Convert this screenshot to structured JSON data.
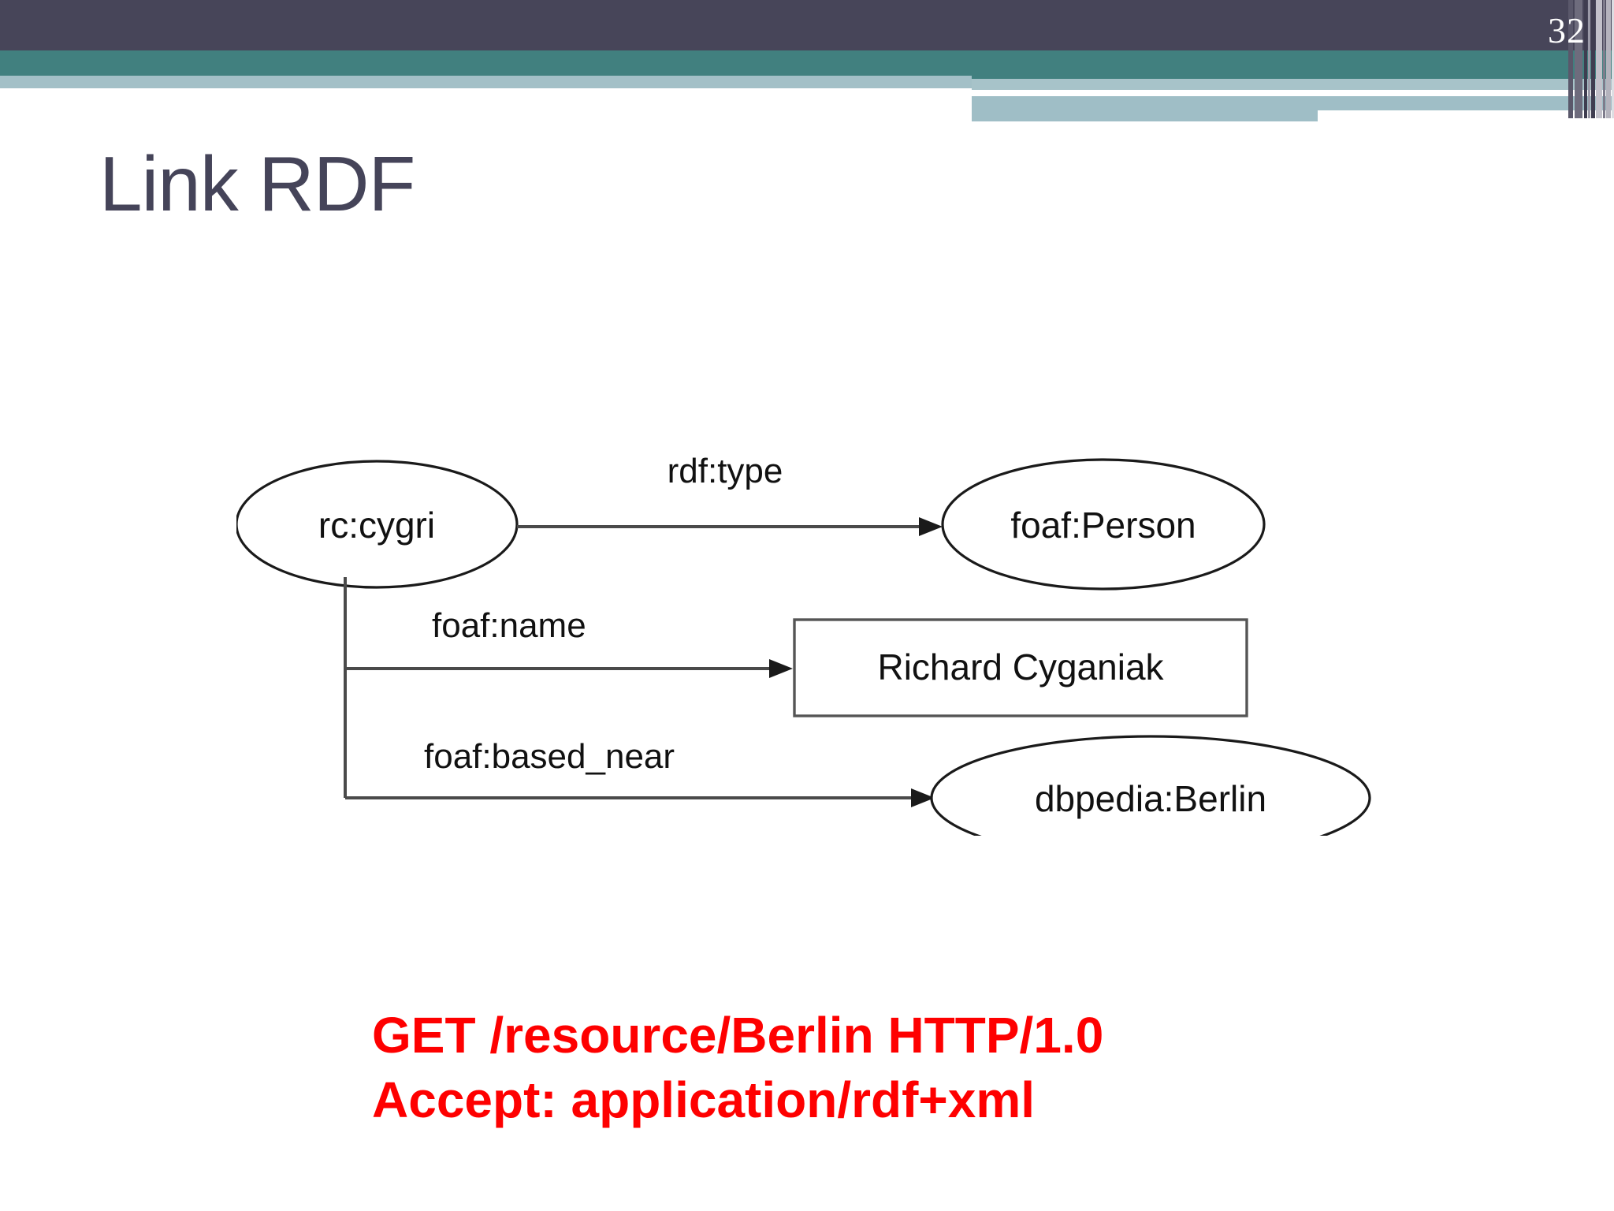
{
  "slide": {
    "title": "Link RDF",
    "page_number": "32",
    "title_color": "#454459",
    "background_color": "#ffffff"
  },
  "header": {
    "dark_band_color": "#474559",
    "teal_band_color": "#41807f",
    "light_band_color": "#a3c0c7",
    "stripe_colors": [
      "#5a586b",
      "#6e6c7d",
      "#3f3d50",
      "#9b9aa8",
      "#c2c1ca",
      "#7e7c8c",
      "#b4b3bd",
      "#ddddE2"
    ]
  },
  "diagram": {
    "type": "rdf-graph",
    "nodes": [
      {
        "id": "subject",
        "label": "rc:cygri",
        "shape": "ellipse"
      },
      {
        "id": "type-object",
        "label": "foaf:Person",
        "shape": "ellipse"
      },
      {
        "id": "name-literal",
        "label": "Richard Cyganiak",
        "shape": "rectangle"
      },
      {
        "id": "place-object",
        "label": "dbpedia:Berlin",
        "shape": "ellipse"
      }
    ],
    "edges": [
      {
        "from": "subject",
        "to": "type-object",
        "label": "rdf:type"
      },
      {
        "from": "subject",
        "to": "name-literal",
        "label": "foaf:name"
      },
      {
        "from": "subject",
        "to": "place-object",
        "label": "foaf:based_near"
      }
    ]
  },
  "http_request": {
    "color": "#fe0000",
    "lines": [
      "GET /resource/Berlin HTTP/1.0",
      "Accept: application/rdf+xml"
    ],
    "line1": "GET /resource/Berlin HTTP/1.0",
    "line2": "Accept: application/rdf+xml"
  }
}
